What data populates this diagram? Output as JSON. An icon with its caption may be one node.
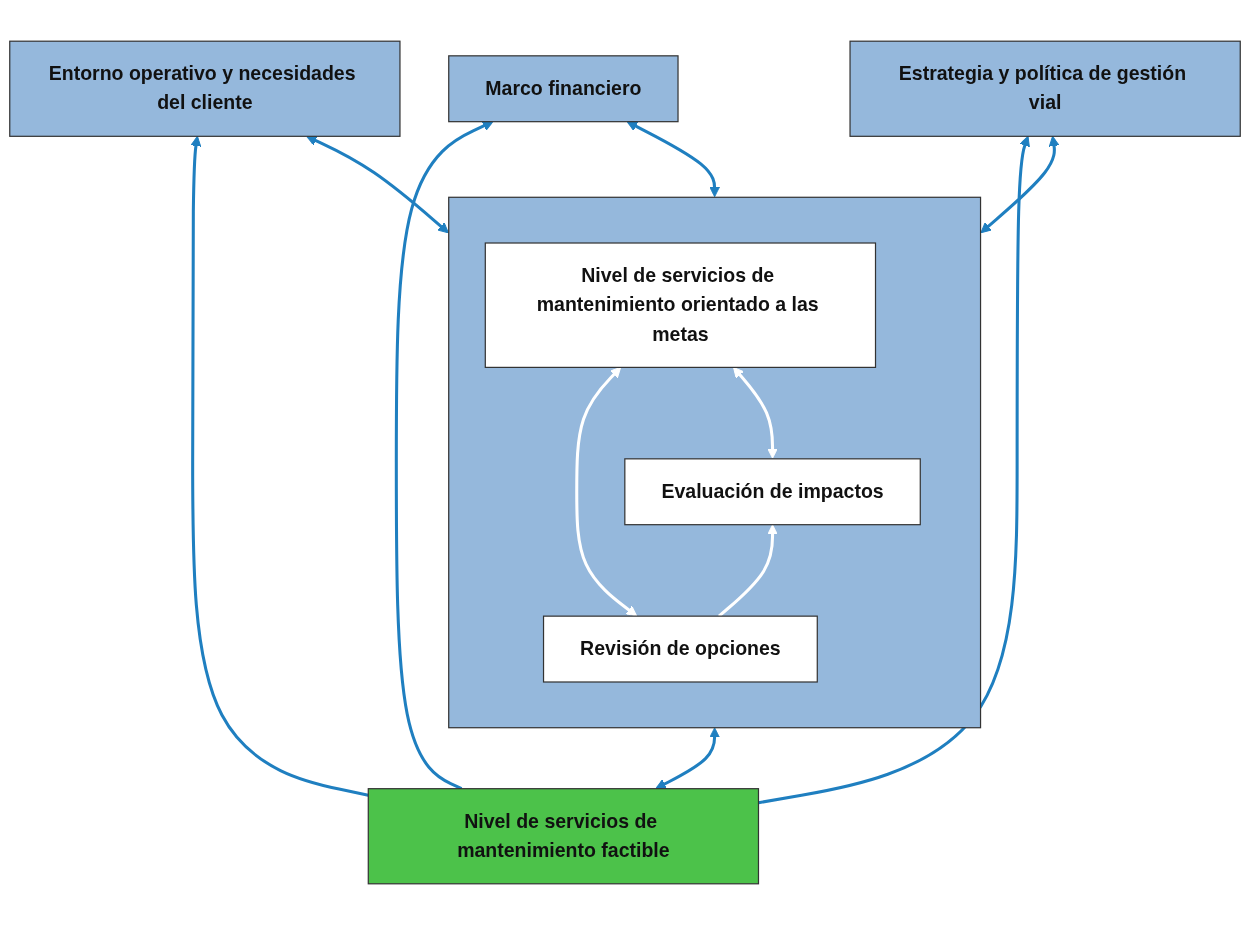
{
  "diagram": {
    "nodes": [
      {
        "text": [
          "Entorno operativo y necesidades del cliente"
        ]
      },
      {
        "text": [
          "Marco financiero"
        ]
      },
      {
        "text": [
          "Estrategia y política de gestión vial"
        ]
      },
      {
        "text": [],
        "shape": "box"
      },
      {
        "text": [
          "Nivel de servicios de mantenimiento orientado a las metas"
        ],
        "in": 3
      },
      {
        "text": [
          "Revisión de opciones"
        ],
        "in": 3
      },
      {
        "text": [
          "Evaluación de impactos"
        ],
        "in": 3
      },
      {
        "text": [
          "Nivel de servicios de mantenimiento factible"
        ]
      }
    ],
    "edges": [
      {
        "from": 7,
        "to": 0,
        "arrow": "to"
      },
      {
        "from": 7,
        "to": 1,
        "arrow": "to"
      },
      {
        "from": 7,
        "to": 2,
        "arrow": "to"
      },
      {
        "from": 0,
        "to": 3,
        "arrow": "both"
      },
      {
        "from": 1,
        "to": 3,
        "arrow": "both"
      },
      {
        "from": 2,
        "to": 3,
        "arrow": "both"
      },
      {
        "from": 4,
        "to": 5,
        "arrow": "both",
        "color": "#ffffff"
      },
      {
        "from": 4,
        "to": 6,
        "arrow": "both",
        "color": "#ffffff"
      },
      {
        "from": 5,
        "to": 6,
        "arrow": "to",
        "color": "#ffffff"
      },
      {
        "from": 3,
        "to": 7,
        "arrow": "both"
      }
    ]
  }
}
